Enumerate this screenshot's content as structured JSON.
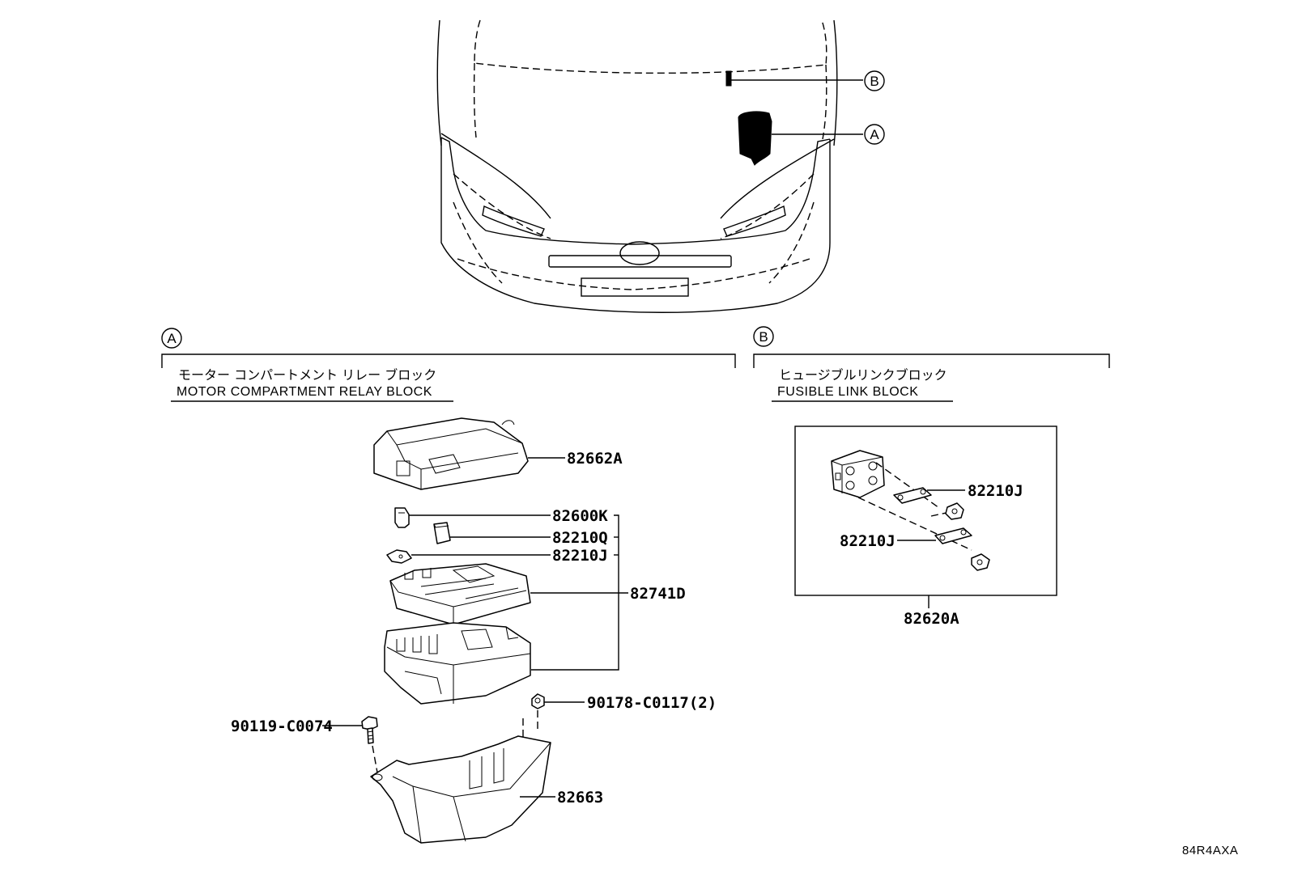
{
  "callouts": {
    "a": "A",
    "b": "B"
  },
  "section_a": {
    "title_jp": "モーター コンパートメント リレー ブロック",
    "title_en": "MOTOR COMPARTMENT RELAY BLOCK"
  },
  "section_b": {
    "title_jp": "ヒュージブルリンクブロック",
    "title_en": "FUSIBLE LINK BLOCK"
  },
  "parts": {
    "p82662a": "82662A",
    "p82600k": "82600K",
    "p82210q": "82210Q",
    "p82210j_a": "82210J",
    "p82741d": "82741D",
    "p90178": "90178-C0117(2)",
    "p90119": "90119-C0074",
    "p82663": "82663",
    "p82210j_b1": "82210J",
    "p82210j_b2": "82210J",
    "p82620a": "82620A"
  },
  "diagram_code": "84R4AXA"
}
